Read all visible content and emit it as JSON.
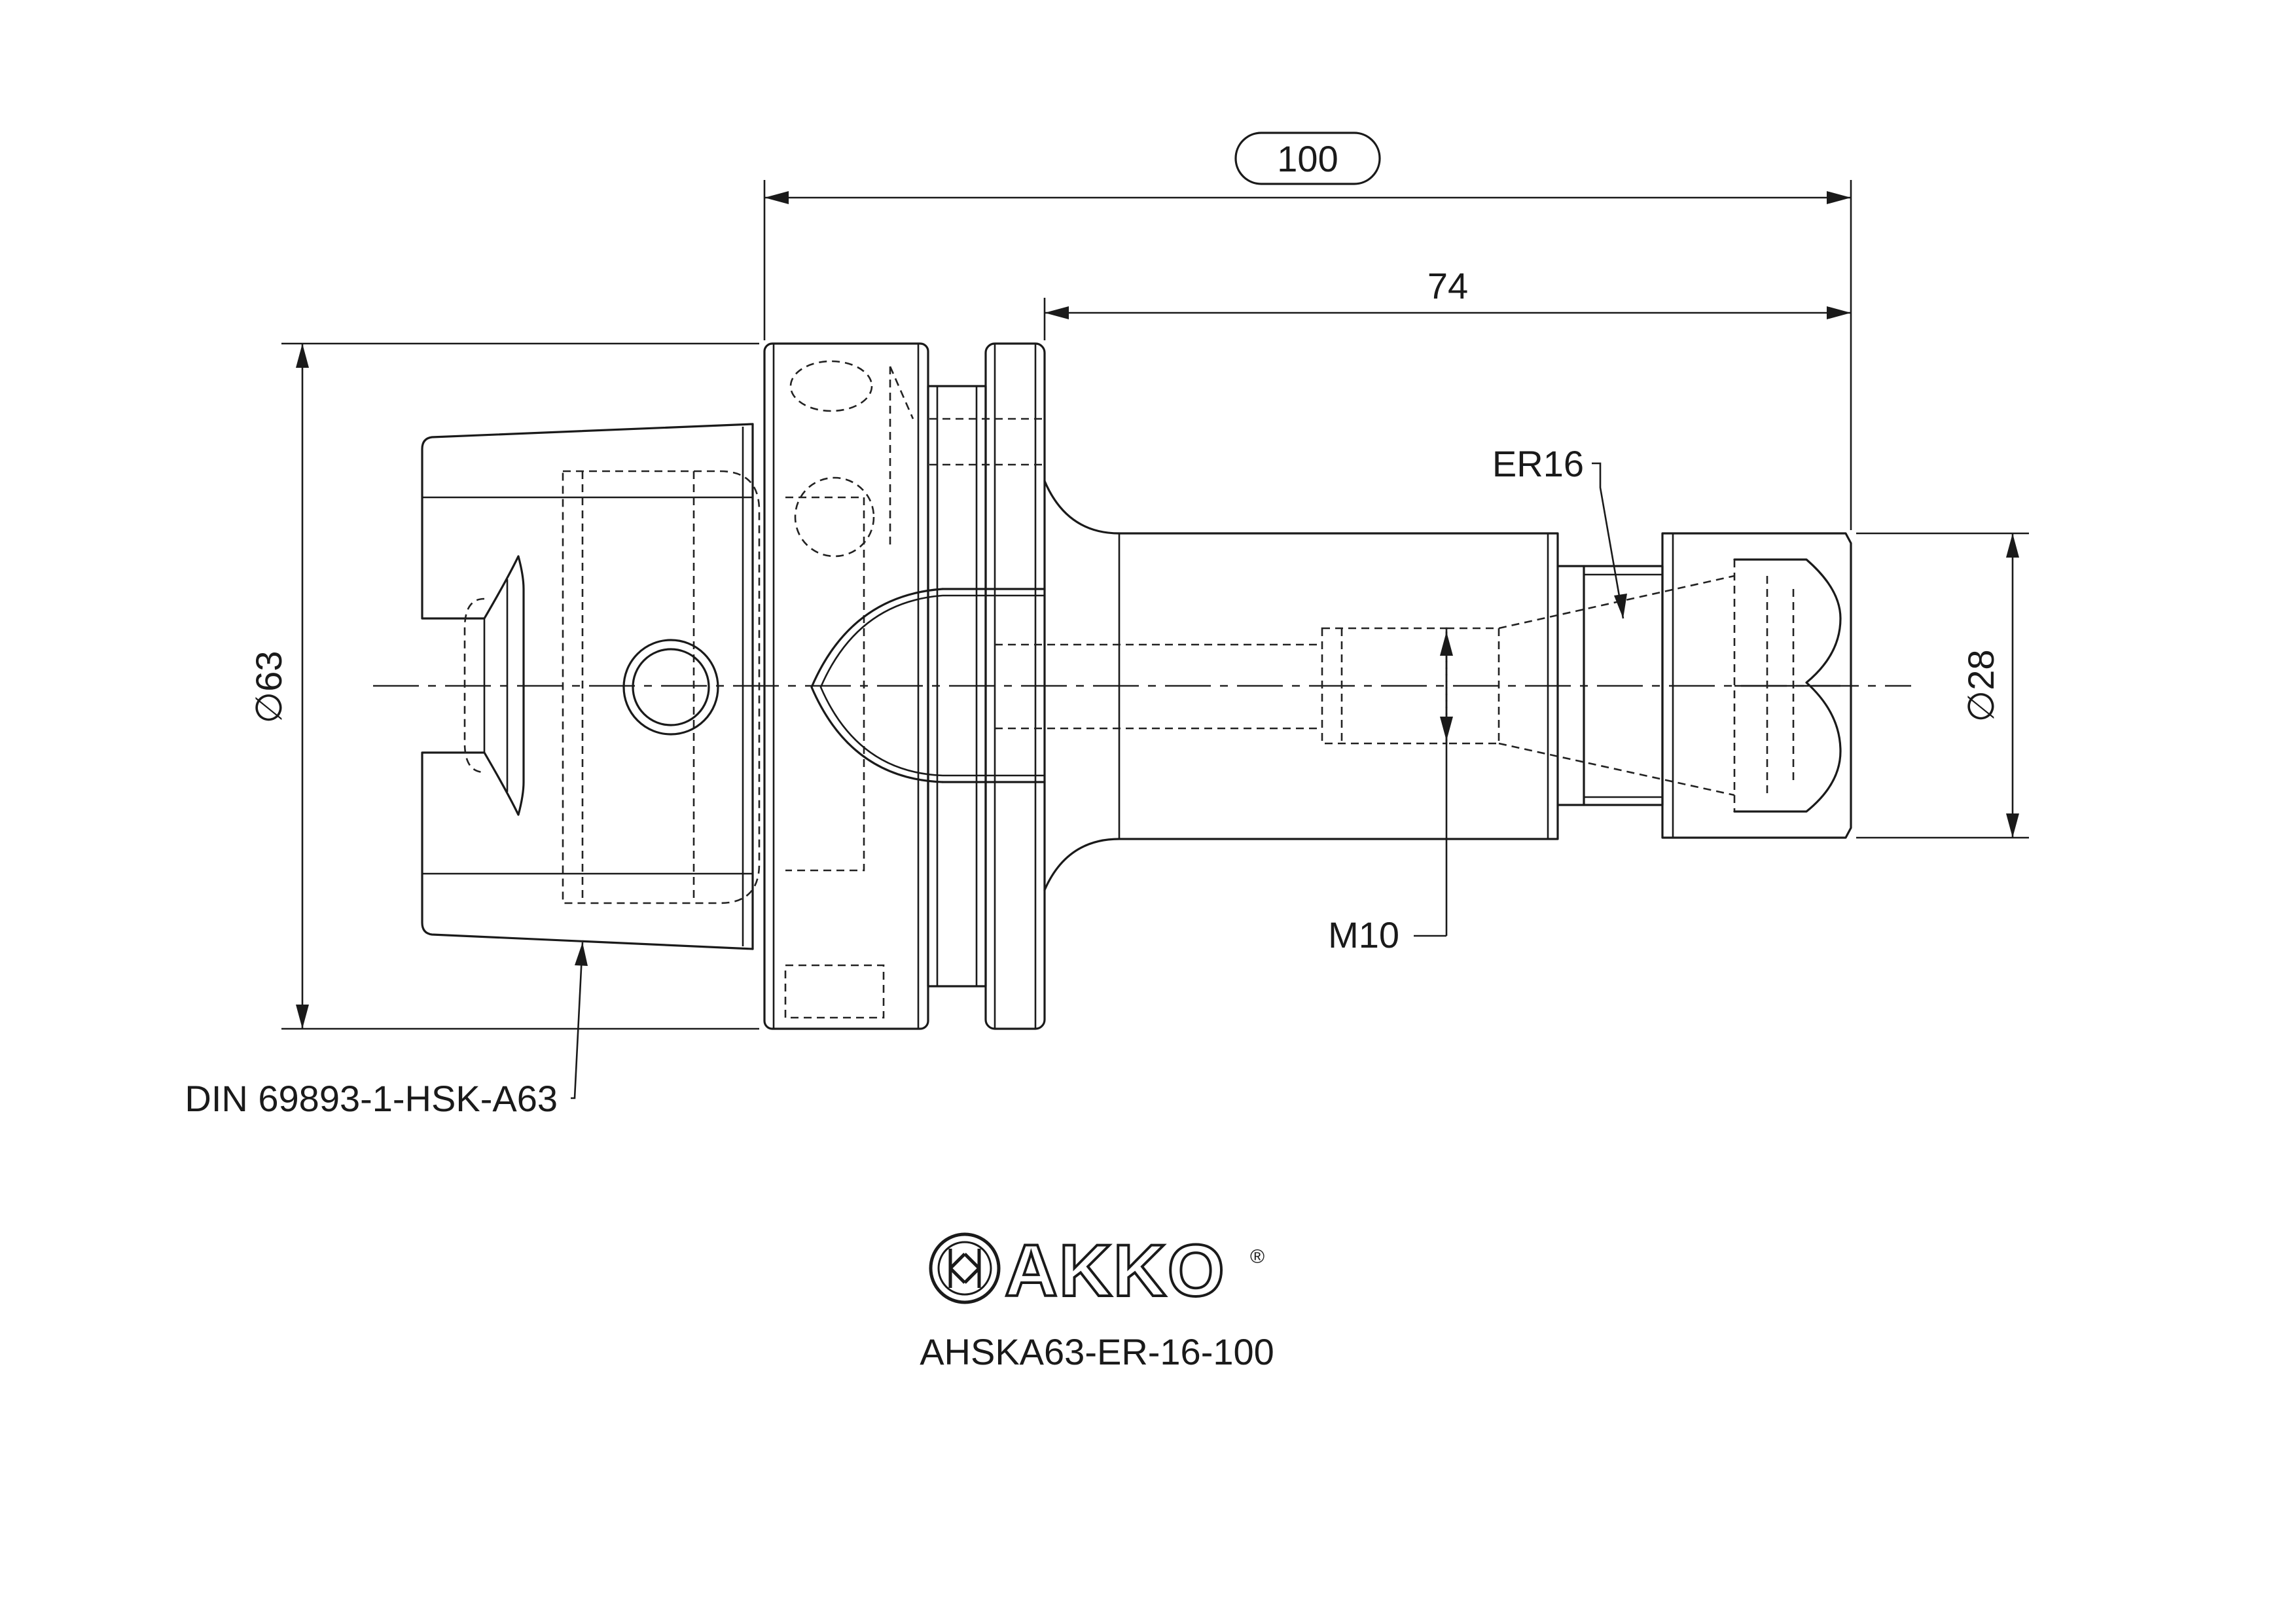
{
  "dimensions": {
    "overall_length": "100",
    "projection_length": "74",
    "flange_diameter": "∅63",
    "nut_diameter": "∅28"
  },
  "callouts": {
    "collet": "ER16",
    "thread": "M10",
    "taper_standard": "DIN 69893-1-HSK-A63"
  },
  "brand": {
    "name": "AKKO",
    "registered": "®"
  },
  "part_number": "AHSKA63-ER-16-100"
}
